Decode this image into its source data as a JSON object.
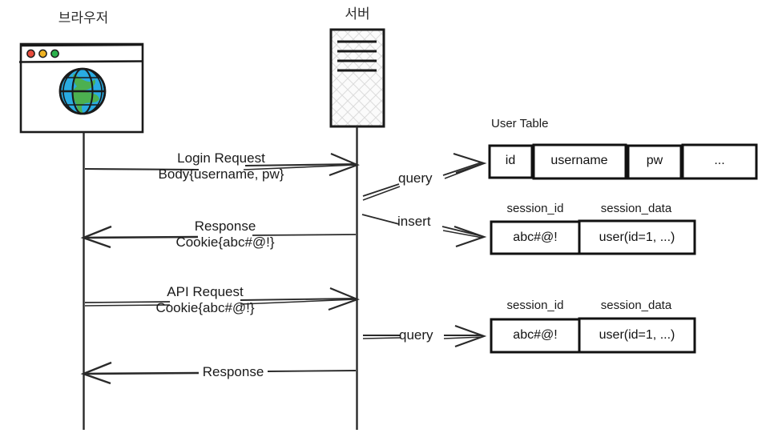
{
  "diagram": {
    "type": "sequence-diagram",
    "title_browser": "브라우저",
    "title_server": "서버",
    "colors": {
      "stroke": "#1a1a1a",
      "globe_water": "#29abe2",
      "globe_land": "#4cb050",
      "dot_red": "#e84c3d",
      "dot_yellow": "#f0b323",
      "dot_green": "#2bb24c",
      "server_fill": "#fafafa",
      "hatch": "#d8d8d8",
      "background": "#ffffff"
    }
  },
  "actors": [
    {
      "id": "browser",
      "label": "브라우저",
      "icon": "browser-window-globe-icon"
    },
    {
      "id": "server",
      "label": "서버",
      "icon": "server-rack-icon"
    }
  ],
  "messages": [
    {
      "id": "login-request",
      "direction": "right",
      "line1": "Login Request",
      "line2": "Body{username, pw}"
    },
    {
      "id": "login-response",
      "direction": "left",
      "line1": "Response",
      "line2": "Cookie{abc#@!}"
    },
    {
      "id": "api-request",
      "direction": "right",
      "line1": "API Request",
      "line2": "Cookie{abc#@!}"
    },
    {
      "id": "api-response",
      "direction": "left",
      "line1": "Response",
      "line2": ""
    }
  ],
  "operations": [
    {
      "id": "op-query-user",
      "label": "query"
    },
    {
      "id": "op-insert-session",
      "label": "insert"
    },
    {
      "id": "op-query-session",
      "label": "query"
    }
  ],
  "tables": [
    {
      "id": "user-table",
      "caption": "User Table",
      "headers": [],
      "cells": [
        "id",
        "username",
        "pw",
        "..."
      ]
    },
    {
      "id": "session-table-insert",
      "caption": "",
      "headers": [
        "session_id",
        "session_data"
      ],
      "cells": [
        "abc#@!",
        "user(id=1, ...)"
      ]
    },
    {
      "id": "session-table-query",
      "caption": "",
      "headers": [
        "session_id",
        "session_data"
      ],
      "cells": [
        "abc#@!",
        "user(id=1, ...)"
      ]
    }
  ]
}
